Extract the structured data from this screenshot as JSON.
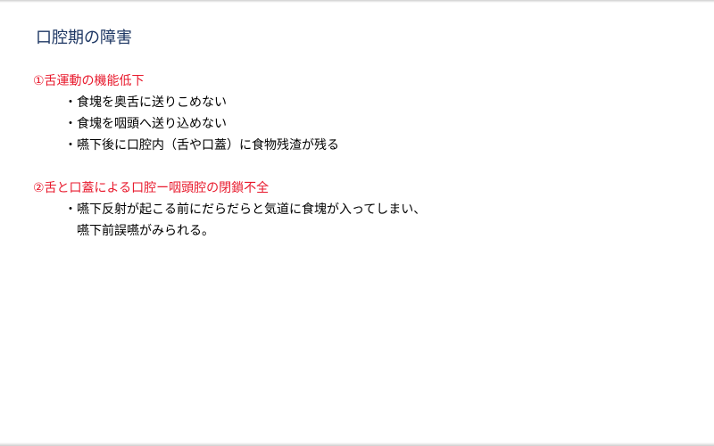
{
  "title": "口腔期の障害",
  "sections": [
    {
      "heading": "①舌運動の機能低下",
      "items": [
        "・食塊を奥舌に送りこめない",
        "・食塊を咽頭へ送り込めない",
        "・嚥下後に口腔内（舌や口蓋）に食物残渣が残る"
      ]
    },
    {
      "heading": "②舌と口蓋による口腔ー咽頭腔の閉鎖不全",
      "items": [
        "・嚥下反射が起こる前にだらだらと気道に食塊が入ってしまい、"
      ],
      "continuation": "嚥下前誤嚥がみられる。"
    }
  ],
  "colors": {
    "title": "#1f3864",
    "heading": "#e8192c",
    "body": "#000000"
  }
}
